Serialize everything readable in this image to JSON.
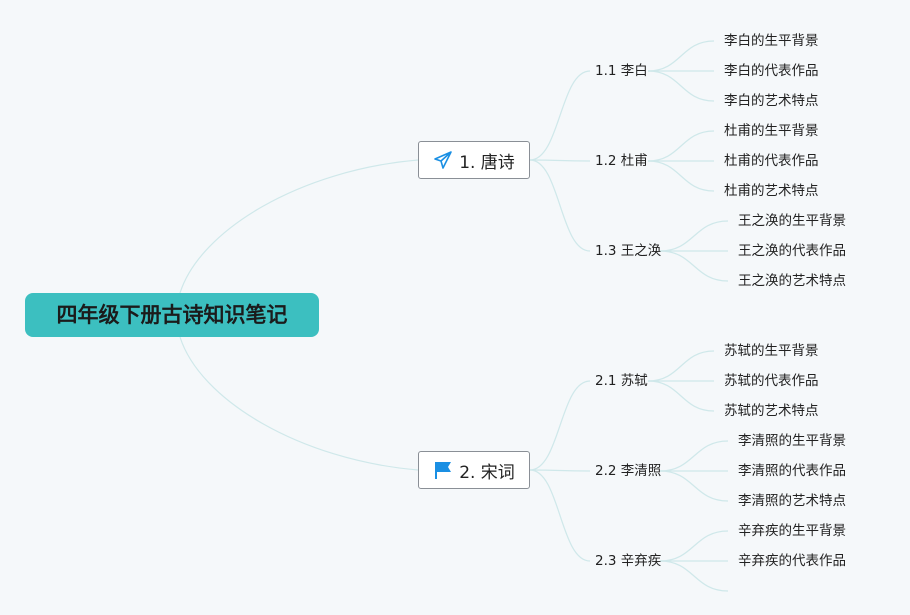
{
  "root": {
    "title": "四年级下册古诗知识笔记"
  },
  "branches": [
    {
      "label": "1. 唐诗",
      "icon": "paper-plane-icon",
      "subs": [
        {
          "label": "1.1 李白",
          "leaves": [
            "李白的生平背景",
            "李白的代表作品",
            "李白的艺术特点"
          ]
        },
        {
          "label": "1.2 杜甫",
          "leaves": [
            "杜甫的生平背景",
            "杜甫的代表作品",
            "杜甫的艺术特点"
          ]
        },
        {
          "label": "1.3 王之涣",
          "leaves": [
            "王之涣的生平背景",
            "王之涣的代表作品",
            "王之涣的艺术特点"
          ]
        }
      ]
    },
    {
      "label": "2. 宋词",
      "icon": "flag-icon",
      "subs": [
        {
          "label": "2.1 苏轼",
          "leaves": [
            "苏轼的生平背景",
            "苏轼的代表作品",
            "苏轼的艺术特点"
          ]
        },
        {
          "label": "2.2 李清照",
          "leaves": [
            "李清照的生平背景",
            "李清照的代表作品",
            "李清照的艺术特点"
          ]
        },
        {
          "label": "2.3 辛弃疾",
          "leaves": [
            "辛弃疾的生平背景",
            "辛弃疾的代表作品"
          ]
        }
      ]
    }
  ],
  "colors": {
    "root_bg": "#3cbfc0",
    "link": "#cfe8ea",
    "icon_blue": "#1a8fe3"
  }
}
